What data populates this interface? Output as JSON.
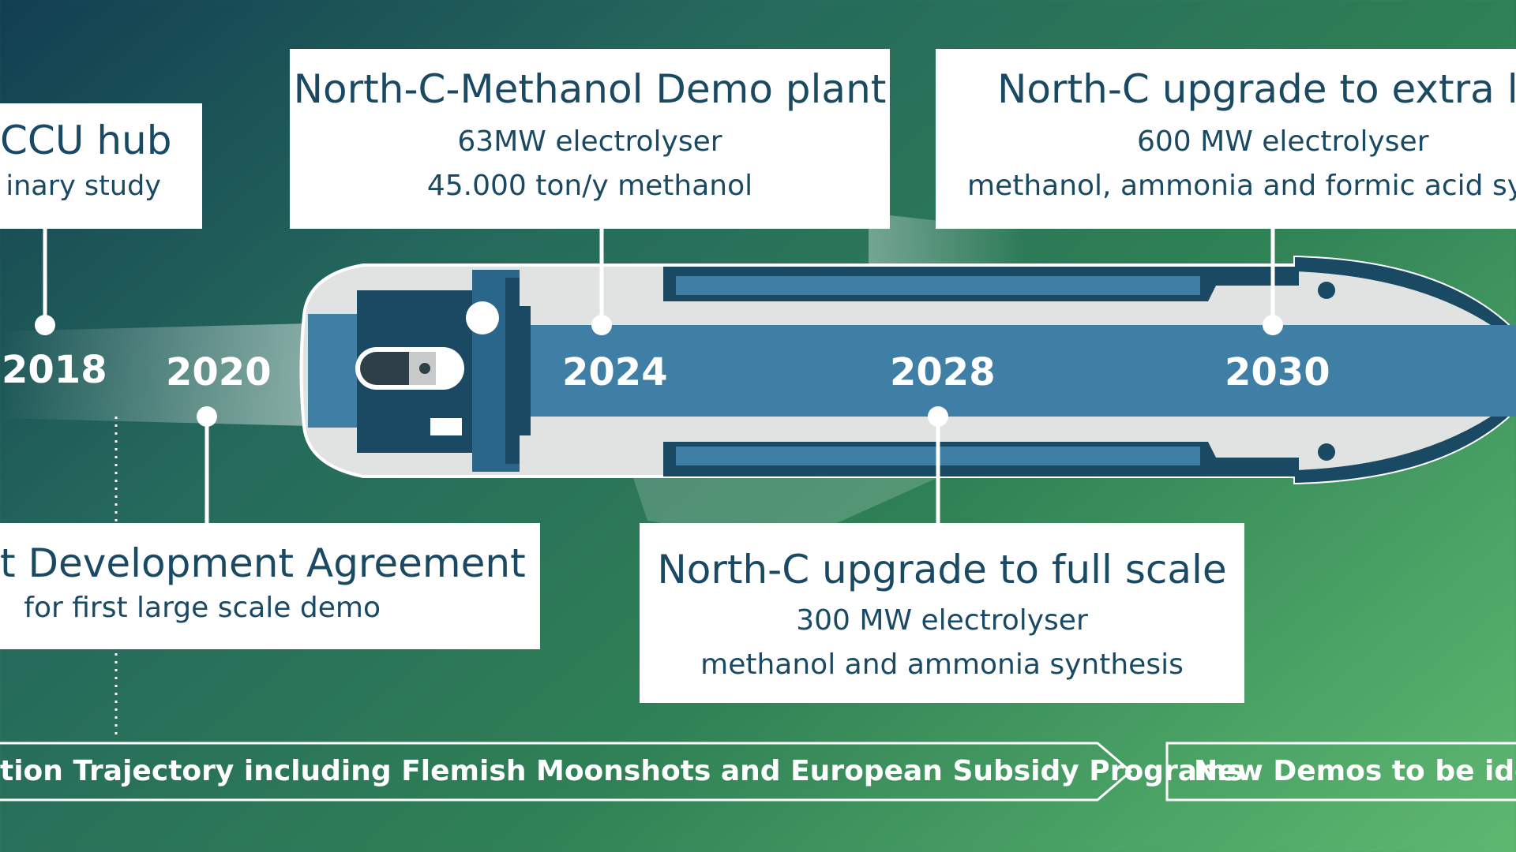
{
  "colors": {
    "background_dark": "#123f52",
    "background_light": "#5fb870",
    "ship_hull": "#e1e3e3",
    "ship_blue": "#3f7fa6",
    "ship_navy": "#1a4a63",
    "card_background": "#ffffff",
    "card_text": "#1a4a63"
  },
  "timeline": {
    "years": [
      "2018",
      "2020",
      "2024",
      "2028",
      "2030"
    ]
  },
  "cards": {
    "ccu_hub": {
      "title": "CCU hub",
      "lines": [
        "inary study"
      ]
    },
    "development_agreement": {
      "title": "t Development Agreement",
      "lines": [
        "for first large scale demo"
      ]
    },
    "demo_plant": {
      "title": "North-C-Methanol Demo plant",
      "lines": [
        "63MW electrolyser",
        "45.000 ton/y methanol"
      ]
    },
    "full_scale": {
      "title": "North-C upgrade to full scale",
      "lines": [
        "300 MW electrolyser",
        "methanol and ammonia synthesis"
      ]
    },
    "extra_large": {
      "title": "North-C upgrade to extra lar",
      "lines": [
        "600 MW electrolyser",
        "methanol, ammonia and formic acid synt"
      ]
    }
  },
  "arrows": {
    "trajectory_label": "tion Trajectory including Flemish Moonshots and European Subsidy Programs",
    "new_demos_label": "New Demos to be iden"
  },
  "icons": {
    "ship": "cargo-ship-icon"
  }
}
